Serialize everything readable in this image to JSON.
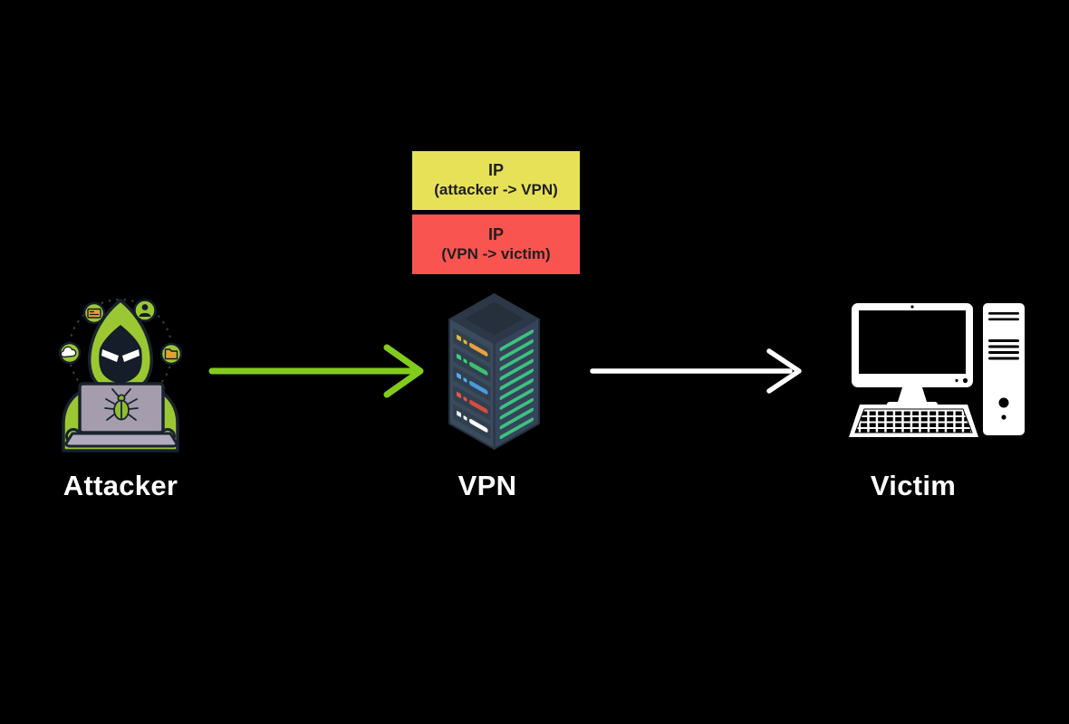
{
  "nodes": [
    {
      "id": "attacker",
      "label": "Attacker",
      "icon": "hacker-icon"
    },
    {
      "id": "vpn",
      "label": "VPN",
      "icon": "vpn-server-icon"
    },
    {
      "id": "victim",
      "label": "Victim",
      "icon": "desktop-computer-icon"
    }
  ],
  "ip_boxes": [
    {
      "title": "IP",
      "subtitle": "(attacker -> VPN)",
      "color": "#e7e158"
    },
    {
      "title": "IP",
      "subtitle": "(VPN -> victim)",
      "color": "#f95450"
    }
  ],
  "arrows": [
    {
      "from": "attacker",
      "to": "vpn",
      "color": "#82cc1c"
    },
    {
      "from": "vpn",
      "to": "victim",
      "color": "#ffffff"
    }
  ],
  "icons": {
    "attacker_sub_icons": [
      "credit-card-icon",
      "user-icon",
      "cloud-icon",
      "folder-icon",
      "bug-icon",
      "laptop-icon"
    ]
  },
  "colors": {
    "background": "#000000",
    "label_text": "#ffffff",
    "box_text": "#1f1f1f",
    "attacker_green": "#9bc832",
    "arrow_green": "#82cc1c",
    "arrow_white": "#ffffff",
    "server_body": "#3b4b5e",
    "server_stripe_green": "#3ec27e",
    "victim_white": "#ffffff"
  }
}
